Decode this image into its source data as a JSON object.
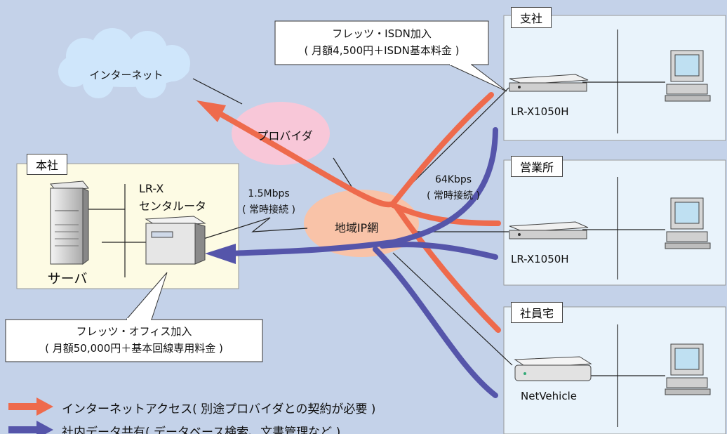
{
  "hq": {
    "title": "本社",
    "server_label": "サーバ",
    "router_label_1": "LR-X",
    "router_label_2": "センタルータ"
  },
  "branch": {
    "title": "支社",
    "router_label": "LR-X1050H"
  },
  "sales": {
    "title": "営業所",
    "router_label": "LR-X1050H"
  },
  "home": {
    "title": "社員宅",
    "router_label": "NetVehicle"
  },
  "internet": {
    "label": "インターネット"
  },
  "provider": {
    "label": "プロバイダ"
  },
  "ipnet": {
    "label": "地域IP網"
  },
  "link_hq": {
    "line1": "1.5Mbps",
    "line2": "( 常時接続 )"
  },
  "link_branch": {
    "line1": "64Kbps",
    "line2": "( 常時接続 )"
  },
  "callout_isdn": {
    "line1": "フレッツ・ISDN加入",
    "line2": "( 月額4,500円＋ISDN基本料金 )"
  },
  "callout_office": {
    "line1": "フレッツ・オフィス加入",
    "line2": "( 月額50,000円＋基本回線専用料金 )"
  },
  "legend": {
    "internet_access": "インターネットアクセス( 別途プロバイダとの契約が必要 )",
    "data_sharing": "社内データ共有( データベース検索、文書管理など )"
  },
  "colors": {
    "internet_arrow": "#ee6a4c",
    "data_arrow": "#5555aa",
    "background": "#c4d2e9"
  }
}
